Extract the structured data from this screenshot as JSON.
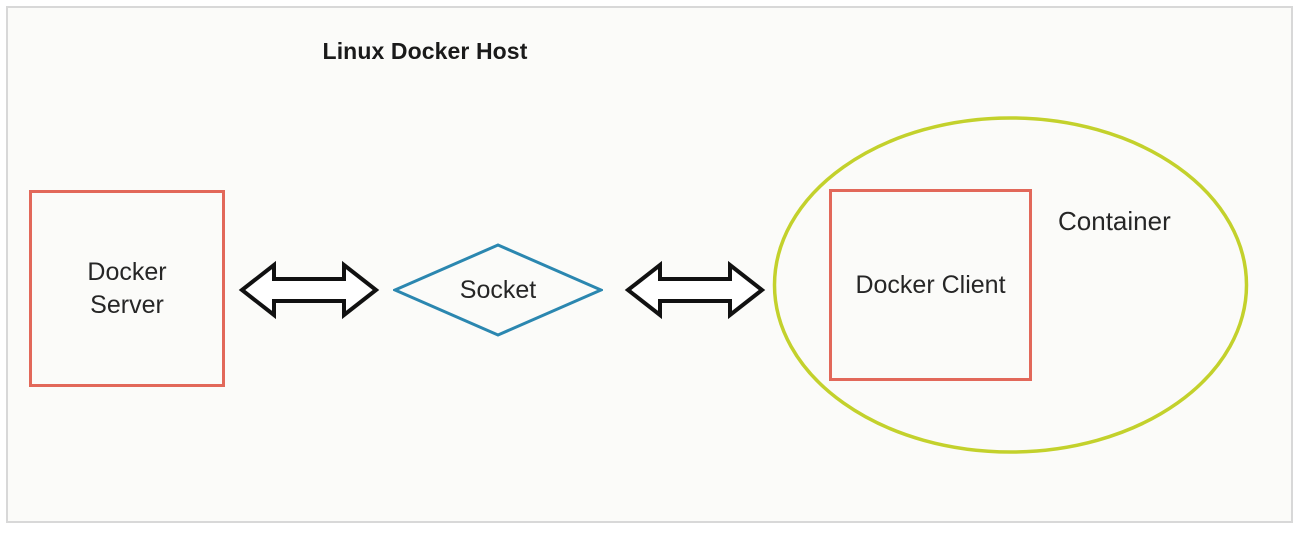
{
  "diagram": {
    "title": "Linux Docker Host",
    "frame_border_color": "#d8d8d8",
    "background_color": "#fbfbf9",
    "nodes": {
      "docker_server": {
        "label": "Docker Server",
        "line1": "Docker",
        "line2": "Server",
        "shape": "rectangle",
        "border_color": "#e2685a"
      },
      "socket": {
        "label": "Socket",
        "shape": "diamond",
        "border_color": "#2b87b0"
      },
      "docker_client": {
        "label": "Docker Client",
        "shape": "rectangle",
        "border_color": "#e2685a"
      },
      "container": {
        "label": "Container",
        "shape": "ellipse",
        "border_color": "#c3d12c"
      }
    },
    "connectors": [
      {
        "name": "server-socket",
        "icon": "double-arrow-icon",
        "from": "Docker Server",
        "to": "Socket",
        "direction": "bidirectional",
        "outline_color": "#111111",
        "fill_color": "#ffffff"
      },
      {
        "name": "socket-client",
        "icon": "double-arrow-icon",
        "from": "Socket",
        "to": "Docker Client",
        "direction": "bidirectional",
        "outline_color": "#111111",
        "fill_color": "#ffffff"
      }
    ]
  }
}
